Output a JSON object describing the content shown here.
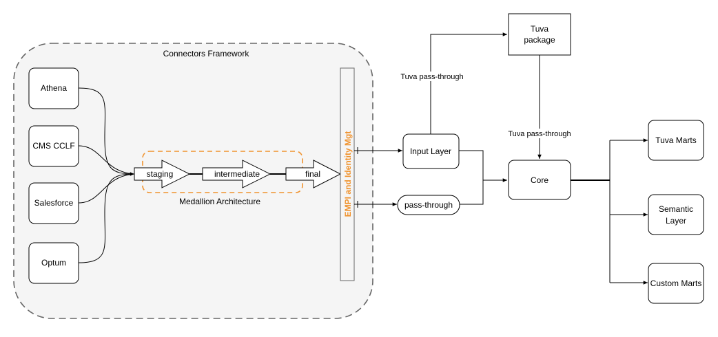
{
  "diagram": {
    "framework": {
      "label": "Connectors Framework"
    },
    "sources": [
      {
        "label": "Athena"
      },
      {
        "label": "CMS CCLF"
      },
      {
        "label": "Salesforce"
      },
      {
        "label": "Optum"
      }
    ],
    "medallion": {
      "label": "Medallion Architecture",
      "stages": [
        {
          "label": "staging"
        },
        {
          "label": "intermediate"
        },
        {
          "label": "final"
        }
      ]
    },
    "empi": {
      "label": "EMPI and Identity Mgt"
    },
    "input_layer": {
      "label": "Input Layer"
    },
    "pass_through": {
      "label": "pass-through"
    },
    "tuva_package": {
      "line1": "Tuva",
      "line2": "package"
    },
    "core": {
      "label": "Core"
    },
    "edge_labels": {
      "tuva_pass_top": "Tuva pass-through",
      "tuva_pass_mid": "Tuva pass-through"
    },
    "outputs": [
      {
        "line1": "Tuva Marts",
        "line2": ""
      },
      {
        "line1": "Semantic",
        "line2": "Layer"
      },
      {
        "line1": "Custom Marts",
        "line2": ""
      }
    ],
    "colors": {
      "framework_fill": "#f5f5f5",
      "framework_stroke": "#666666",
      "medallion_stroke": "#f0932e",
      "empi_text": "#f0932e",
      "empi_stroke": "#666666",
      "line": "#000000"
    }
  }
}
